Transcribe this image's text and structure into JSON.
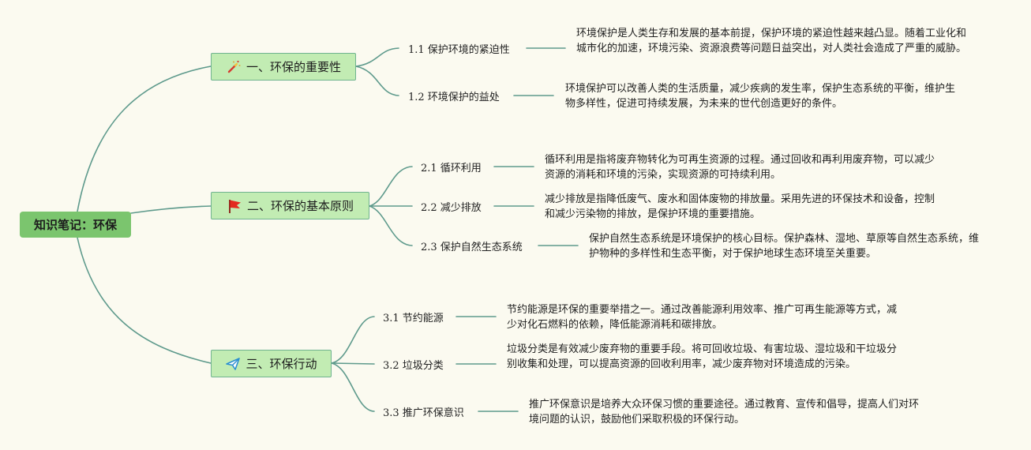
{
  "root": {
    "label": "知识笔记：环保"
  },
  "branches": [
    {
      "label": "一、环保的重要性",
      "icon": "magic-wand-icon",
      "subs": [
        {
          "label": "1.1 保护环境的紧迫性",
          "desc": "环境保护是人类生存和发展的基本前提，保护环境的紧迫性越来越凸显。随着工业化和城市化的加速，环境污染、资源浪费等问题日益突出，对人类社会造成了严重的威胁。"
        },
        {
          "label": "1.2 环境保护的益处",
          "desc": "环境保护可以改善人类的生活质量，减少疾病的发生率，保护生态系统的平衡，维护生物多样性，促进可持续发展，为未来的世代创造更好的条件。"
        }
      ]
    },
    {
      "label": "二、环保的基本原则",
      "icon": "red-flag-icon",
      "subs": [
        {
          "label": "2.1 循环利用",
          "desc": "循环利用是指将废弃物转化为可再生资源的过程。通过回收和再利用废弃物，可以减少资源的消耗和环境的污染，实现资源的可持续利用。"
        },
        {
          "label": "2.2 减少排放",
          "desc": "减少排放是指降低废气、废水和固体废物的排放量。采用先进的环保技术和设备，控制和减少污染物的排放，是保护环境的重要措施。"
        },
        {
          "label": "2.3 保护自然生态系统",
          "desc": "保护自然生态系统是环境保护的核心目标。保护森林、湿地、草原等自然生态系统，维护物种的多样性和生态平衡，对于保护地球生态环境至关重要。"
        }
      ]
    },
    {
      "label": "三、环保行动",
      "icon": "paper-plane-icon",
      "subs": [
        {
          "label": "3.1 节约能源",
          "desc": "节约能源是环保的重要举措之一。通过改善能源利用效率、推广可再生能源等方式，减少对化石燃料的依赖，降低能源消耗和碳排放。"
        },
        {
          "label": "3.2 垃圾分类",
          "desc": "垃圾分类是有效减少废弃物的重要手段。将可回收垃圾、有害垃圾、湿垃圾和干垃圾分别收集和处理，可以提高资源的回收利用率，减少废弃物对环境造成的污染。"
        },
        {
          "label": "3.3 推广环保意识",
          "desc": "推广环保意识是培养大众环保习惯的重要途径。通过教育、宣传和倡导，提高人们对环境问题的认识，鼓励他们采取积极的环保行动。"
        }
      ]
    }
  ]
}
